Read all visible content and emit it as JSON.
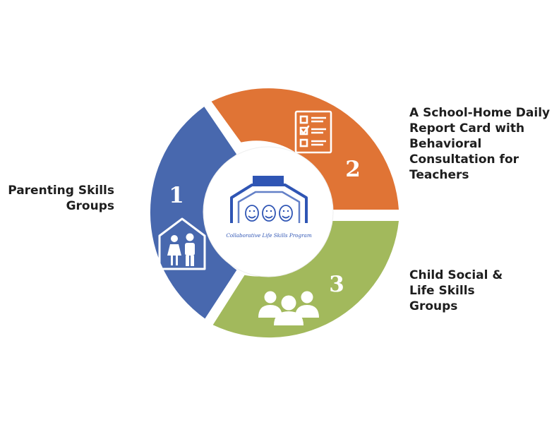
{
  "segments": [
    {
      "number": "1",
      "label_lines": [
        "Parenting Skills",
        "Groups"
      ],
      "color": "#4868ae",
      "icon": "family-home-icon"
    },
    {
      "number": "2",
      "label_lines": [
        "A School-Home Daily",
        "Report Card with",
        "Behavioral",
        "Consultation for",
        "Teachers"
      ],
      "color": "#e07435",
      "icon": "checklist-icon"
    },
    {
      "number": "3",
      "label_lines": [
        "Child Social &",
        "Life Skills",
        "Groups"
      ],
      "color": "#a2b95c",
      "icon": "group-people-icon"
    }
  ],
  "center_logo": {
    "caption": "Collaborative Life Skills Program",
    "color": "#2f55b4"
  }
}
